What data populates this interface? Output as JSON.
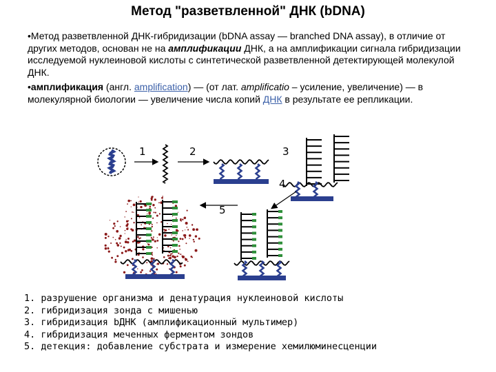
{
  "title": "Метод \"разветвленной\" ДНК (bDNA)",
  "paragraph1": {
    "bullet": "•",
    "part1": "Метод разветвленной ДНК-гибридизации (bDNA assay — branched DNA assay), в отличие от других методов, основан не на ",
    "emphasis": "амплификации",
    "part2": " ДНК, а на амплификации сигнала гибридизации исследуемой нуклеиновой кислоты с синтетической разветвленной детектирующей молекулой ДНК."
  },
  "paragraph2": {
    "bullet": "•",
    "term": "амплификация",
    "part1": " (англ. ",
    "link1": "amplification",
    "part2": ") — (от лат. ",
    "latin": "amplificatio",
    "part3": " – усиление, увеличение) — в молекулярной биологии — увеличение числа копий ",
    "link2": "ДНК",
    "part4": " в результате ее репликации."
  },
  "diagram": {
    "step_labels": [
      "1",
      "2",
      "3",
      "4",
      "5"
    ],
    "colors": {
      "base_plate": "#2b3f8f",
      "probe": "#2b3f8f",
      "strand": "#000000",
      "label_dot": "#8b1a1a",
      "green_tag": "#2f8f3a"
    }
  },
  "steps": [
    "1. разрушение организма и денатурация нуклеиновой кислоты",
    "2. гибридизация зонда с мишенью",
    "3. гибридизация bДНК (амплификационный мультимер)",
    "4. гибридизация меченных ферментом зондов",
    "5. детекция: добавление субстрата и измерение хемилюминесценции"
  ]
}
